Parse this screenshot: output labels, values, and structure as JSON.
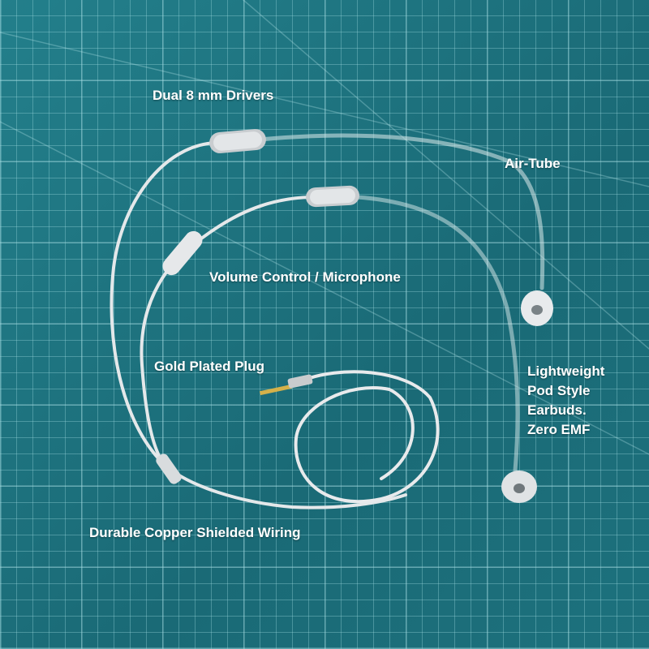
{
  "labels": {
    "drivers": "Dual 8 mm Drivers",
    "air_tube": "Air-Tube",
    "volume": "Volume Control / Microphone",
    "plug": "Gold Plated Plug",
    "earbuds": [
      "Lightweight",
      "Pod Style",
      "Earbuds.",
      "Zero EMF"
    ],
    "wiring": "Durable Copper Shielded Wiring"
  },
  "colors": {
    "mat": "#1e7480",
    "cable": "#e4e8ea",
    "text": "#ffffff"
  }
}
